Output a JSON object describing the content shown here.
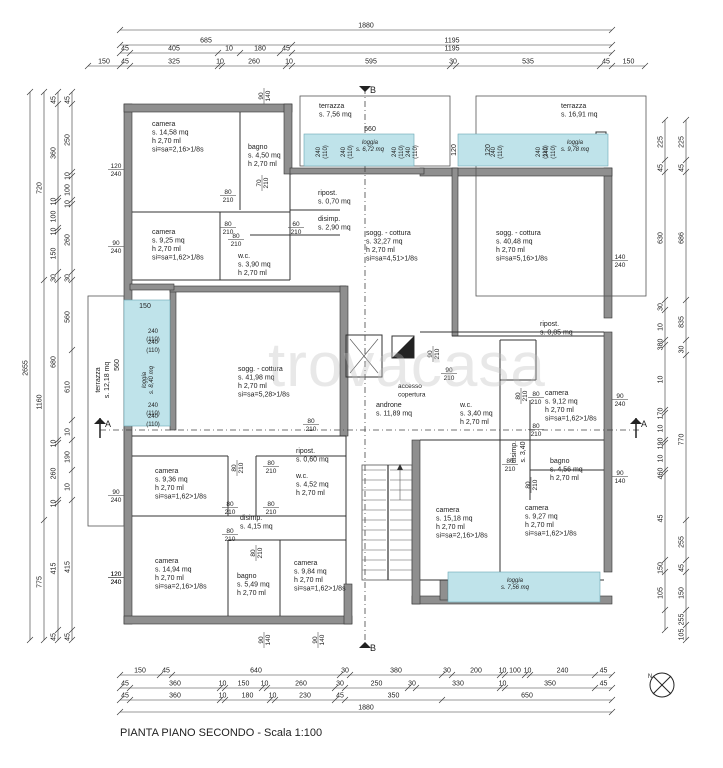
{
  "title": "PIANTA PIANO SECONDO - Scala 1:100",
  "watermark": "trovacasa",
  "section_markers": [
    "A",
    "A",
    "B",
    "B"
  ],
  "top_dims": [
    {
      "id": "t1",
      "label": "1880"
    },
    {
      "id": "t2a",
      "label": "685"
    },
    {
      "id": "t2b",
      "label": "1195"
    },
    {
      "id": "t3a",
      "label": "45"
    },
    {
      "id": "t3b",
      "label": "405"
    },
    {
      "id": "t3c",
      "label": "10"
    },
    {
      "id": "t3d",
      "label": "180"
    },
    {
      "id": "t3e",
      "label": "45"
    },
    {
      "id": "t3f",
      "label": "1195"
    },
    {
      "id": "t4a",
      "label": "150"
    },
    {
      "id": "t4b",
      "label": "45"
    },
    {
      "id": "t4c",
      "label": "325"
    },
    {
      "id": "t4d",
      "label": "10"
    },
    {
      "id": "t4e",
      "label": "260"
    },
    {
      "id": "t4f",
      "label": "10"
    },
    {
      "id": "t4g",
      "label": "595"
    },
    {
      "id": "t4h",
      "label": "30"
    },
    {
      "id": "t4i",
      "label": "535"
    },
    {
      "id": "t4j",
      "label": "45"
    },
    {
      "id": "t4k",
      "label": "150"
    }
  ],
  "bottom_dims": [
    {
      "id": "b1a",
      "label": "150"
    },
    {
      "id": "b1b",
      "label": "45"
    },
    {
      "id": "b1c",
      "label": "640"
    },
    {
      "id": "b1d",
      "label": "30"
    },
    {
      "id": "b1e",
      "label": "380"
    },
    {
      "id": "b1f",
      "label": "30"
    },
    {
      "id": "b1g",
      "label": "200"
    },
    {
      "id": "b1h",
      "label": "10"
    },
    {
      "id": "b1i",
      "label": "100"
    },
    {
      "id": "b1j",
      "label": "10"
    },
    {
      "id": "b1k",
      "label": "240"
    },
    {
      "id": "b1l",
      "label": "45"
    },
    {
      "id": "b2a",
      "label": "45"
    },
    {
      "id": "b2b",
      "label": "360"
    },
    {
      "id": "b2c",
      "label": "10"
    },
    {
      "id": "b2d",
      "label": "150"
    },
    {
      "id": "b2e",
      "label": "10"
    },
    {
      "id": "b2f",
      "label": "260"
    },
    {
      "id": "b2g",
      "label": "30"
    },
    {
      "id": "b2h",
      "label": "250"
    },
    {
      "id": "b2i",
      "label": "30"
    },
    {
      "id": "b2j",
      "label": "330"
    },
    {
      "id": "b2k",
      "label": "10"
    },
    {
      "id": "b2l",
      "label": "350"
    },
    {
      "id": "b2m",
      "label": "45"
    },
    {
      "id": "b3a",
      "label": "45"
    },
    {
      "id": "b3b",
      "label": "360"
    },
    {
      "id": "b3c",
      "label": "10"
    },
    {
      "id": "b3d",
      "label": "180"
    },
    {
      "id": "b3e",
      "label": "10"
    },
    {
      "id": "b3f",
      "label": "230"
    },
    {
      "id": "b3g",
      "label": "45"
    },
    {
      "id": "b3h",
      "label": "350"
    },
    {
      "id": "b3i",
      "label": "650"
    },
    {
      "id": "b4",
      "label": "1880"
    }
  ],
  "left_dims": [
    {
      "id": "l1",
      "label": "2655"
    },
    {
      "id": "l2a",
      "label": "720"
    },
    {
      "id": "l2b",
      "label": "1160"
    },
    {
      "id": "l2c",
      "label": "775"
    },
    {
      "id": "l3a",
      "label": "45"
    },
    {
      "id": "l3b",
      "label": "360"
    },
    {
      "id": "l3c",
      "label": "10"
    },
    {
      "id": "l3d",
      "label": "100"
    },
    {
      "id": "l3e",
      "label": "10"
    },
    {
      "id": "l3f",
      "label": "150"
    },
    {
      "id": "l3g",
      "label": "30"
    },
    {
      "id": "l3h",
      "label": "680"
    },
    {
      "id": "l3i",
      "label": "10"
    },
    {
      "id": "l3j",
      "label": "260"
    },
    {
      "id": "l3k",
      "label": "10"
    },
    {
      "id": "l3l",
      "label": "415"
    },
    {
      "id": "l3m",
      "label": "45"
    },
    {
      "id": "l4a",
      "label": "45"
    },
    {
      "id": "l4b",
      "label": "250"
    },
    {
      "id": "l4c",
      "label": "10"
    },
    {
      "id": "l4d",
      "label": "100"
    },
    {
      "id": "l4e",
      "label": "10"
    },
    {
      "id": "l4f",
      "label": "260"
    },
    {
      "id": "l4g",
      "label": "30"
    },
    {
      "id": "l4h",
      "label": "560"
    },
    {
      "id": "l4i",
      "label": "610"
    },
    {
      "id": "l4j",
      "label": "10"
    },
    {
      "id": "l4k",
      "label": "190"
    },
    {
      "id": "l4l",
      "label": "10"
    },
    {
      "id": "l4m",
      "label": "415"
    },
    {
      "id": "l4n",
      "label": "45"
    }
  ],
  "right_dims": [
    {
      "id": "r1a",
      "label": "225"
    },
    {
      "id": "r1b",
      "label": "45"
    },
    {
      "id": "r1c",
      "label": "630"
    },
    {
      "id": "r1d",
      "label": "30"
    },
    {
      "id": "r1e",
      "label": "10"
    },
    {
      "id": "r1f",
      "label": "380"
    },
    {
      "id": "r1g",
      "label": "10"
    },
    {
      "id": "r1h",
      "label": "170"
    },
    {
      "id": "r1i",
      "label": "10"
    },
    {
      "id": "r1j",
      "label": "190"
    },
    {
      "id": "r1k",
      "label": "10"
    },
    {
      "id": "r1l",
      "label": "460"
    },
    {
      "id": "r1m",
      "label": "45"
    },
    {
      "id": "r1n",
      "label": "150"
    },
    {
      "id": "r1o",
      "label": "105"
    },
    {
      "id": "r2a",
      "label": "225"
    },
    {
      "id": "r2b",
      "label": "45"
    },
    {
      "id": "r2c",
      "label": "686"
    },
    {
      "id": "r2d",
      "label": "835"
    },
    {
      "id": "r2e",
      "label": "30"
    },
    {
      "id": "r2f",
      "label": "770"
    },
    {
      "id": "r2g",
      "label": "255"
    },
    {
      "id": "r2h",
      "label": "45"
    },
    {
      "id": "r2i",
      "label": "150"
    },
    {
      "id": "r2j",
      "label": "255"
    },
    {
      "id": "r2k",
      "label": "105"
    }
  ],
  "rooms": [
    {
      "id": "r1",
      "lines": [
        "camera",
        "s. 14,58 mq",
        "h 2,70 ml",
        "si=sa=2,16>1/8s"
      ]
    },
    {
      "id": "r2",
      "lines": [
        "bagno",
        "s. 4,50 mq",
        "h 2,70 ml"
      ]
    },
    {
      "id": "r3",
      "lines": [
        "ripost.",
        "s. 0,70 mq"
      ]
    },
    {
      "id": "r4",
      "lines": [
        "disimp.",
        "s. 2,90 mq"
      ]
    },
    {
      "id": "r5",
      "lines": [
        "camera",
        "s. 9,25 mq",
        "h 2,70 ml",
        "si=sa=1,62>1/8s"
      ]
    },
    {
      "id": "r6",
      "lines": [
        "w.c.",
        "s. 3,90 mq",
        "h 2,70 ml"
      ]
    },
    {
      "id": "r7",
      "lines": [
        "terrazza",
        "s. 7,56 mq"
      ]
    },
    {
      "id": "r8",
      "lines": [
        "terrazza",
        "s. 16,91 mq"
      ]
    },
    {
      "id": "r9",
      "lines": [
        "sogg. - cottura",
        "s. 32,27 mq",
        "h 2,70 ml",
        "si=sa=4,51>1/8s"
      ]
    },
    {
      "id": "r10",
      "lines": [
        "sogg. - cottura",
        "s. 40,48 mq",
        "h 2,70 ml",
        "si=sa=5,16>1/8s"
      ]
    },
    {
      "id": "r11",
      "lines": [
        "sogg. - cottura",
        "s. 41,98 mq",
        "h 2,70 ml",
        "si=sa=5,28>1/8s"
      ]
    },
    {
      "id": "r12",
      "lines": [
        "androne",
        "s. 11,89 mq"
      ]
    },
    {
      "id": "r13",
      "lines": [
        "ripost.",
        "s. 0,85 mq"
      ]
    },
    {
      "id": "r14",
      "lines": [
        "camera",
        "s. 9,12 mq",
        "h 2,70 ml",
        "si=sa=1,62>1/8s"
      ]
    },
    {
      "id": "r15",
      "lines": [
        "w.c.",
        "s. 3,40 mq",
        "h 2,70 ml"
      ]
    },
    {
      "id": "r16",
      "lines": [
        "disimp.",
        "s. 3,40"
      ]
    },
    {
      "id": "r17",
      "lines": [
        "bagno",
        "s. 4,56 mq",
        "h 2,70 ml"
      ]
    },
    {
      "id": "r18",
      "lines": [
        "camera",
        "s. 15,18 mq",
        "h 2,70 ml",
        "si=sa=2,16>1/8s"
      ]
    },
    {
      "id": "r19",
      "lines": [
        "camera",
        "s. 9,27 mq",
        "h 2,70 ml",
        "si=sa=1,62>1/8s"
      ]
    },
    {
      "id": "r20",
      "lines": [
        "ripost.",
        "s. 0,60 mq"
      ]
    },
    {
      "id": "r21",
      "lines": [
        "camera",
        "s. 9,36 mq",
        "h 2,70 ml",
        "si=sa=1,62>1/8s"
      ]
    },
    {
      "id": "r22",
      "lines": [
        "w.c.",
        "s. 4,52 mq",
        "h 2,70 ml"
      ]
    },
    {
      "id": "r23",
      "lines": [
        "disimp.",
        "s. 4,15 mq"
      ]
    },
    {
      "id": "r24",
      "lines": [
        "camera",
        "s. 14,94 mq",
        "h 2,70 ml",
        "si=sa=2,16>1/8s"
      ]
    },
    {
      "id": "r25",
      "lines": [
        "bagno",
        "s. 5,49 mq",
        "h 2,70 ml"
      ]
    },
    {
      "id": "r26",
      "lines": [
        "camera",
        "s. 9,84 mq",
        "h 2,70 ml",
        "si=sa=1,62>1/8s"
      ]
    },
    {
      "id": "r27",
      "lines": [
        "terrazza",
        "s. 12,18 mq"
      ]
    },
    {
      "id": "r28",
      "lines": [
        "accesso",
        "copertura"
      ]
    }
  ],
  "loggias": [
    {
      "id": "lg1",
      "label": "loggia",
      "area": "s. 6,72 mq"
    },
    {
      "id": "lg2",
      "label": "loggia",
      "area": "s. 9,78 mq"
    },
    {
      "id": "lg3",
      "label": "loggia",
      "area": "s. 8,40 mq"
    },
    {
      "id": "lg4",
      "label": "loggia",
      "area": "s. 7,56 mq"
    }
  ],
  "openings": [
    {
      "id": "o1",
      "a": "120",
      "b": "240"
    },
    {
      "id": "o2",
      "a": "90",
      "b": "240"
    },
    {
      "id": "o3",
      "a": "120",
      "b": "240"
    },
    {
      "id": "o4",
      "a": "90",
      "b": "240"
    },
    {
      "id": "o5",
      "a": "120",
      "b": "240"
    },
    {
      "id": "o6",
      "a": "90",
      "b": "140"
    },
    {
      "id": "o7",
      "a": "140",
      "b": "240"
    },
    {
      "id": "o8",
      "a": "90",
      "b": "240"
    },
    {
      "id": "o9",
      "a": "90",
      "b": "140"
    },
    {
      "id": "o10",
      "a": "90",
      "b": "140"
    },
    {
      "id": "o11",
      "a": "90",
      "b": "140"
    },
    {
      "id": "d1",
      "a": "80",
      "b": "210"
    },
    {
      "id": "d2",
      "a": "80",
      "b": "210"
    },
    {
      "id": "d3",
      "a": "80",
      "b": "210"
    },
    {
      "id": "d4",
      "a": "70",
      "b": "210"
    },
    {
      "id": "d5",
      "a": "60",
      "b": "210"
    },
    {
      "id": "d6",
      "a": "80",
      "b": "210"
    },
    {
      "id": "d7",
      "a": "90",
      "b": "210"
    },
    {
      "id": "d8",
      "a": "90",
      "b": "210"
    },
    {
      "id": "d9",
      "a": "80",
      "b": "210"
    },
    {
      "id": "d10",
      "a": "80",
      "b": "210"
    },
    {
      "id": "d11",
      "a": "80",
      "b": "210"
    },
    {
      "id": "d12",
      "a": "80",
      "b": "210"
    },
    {
      "id": "d13",
      "a": "80",
      "b": "210"
    },
    {
      "id": "d14",
      "a": "80",
      "b": "210"
    },
    {
      "id": "d15",
      "a": "80",
      "b": "210"
    },
    {
      "id": "d16",
      "a": "80",
      "b": "210"
    },
    {
      "id": "d17",
      "a": "80",
      "b": "210"
    },
    {
      "id": "d18",
      "a": "80",
      "b": "210"
    },
    {
      "id": "d19",
      "a": "80",
      "b": "210"
    }
  ],
  "loggia_openings": [
    {
      "id": "w1",
      "a": "240",
      "b": "(110)"
    },
    {
      "id": "w2",
      "a": "240",
      "b": "(110)"
    },
    {
      "id": "w3",
      "a": "240",
      "b": "(110)"
    },
    {
      "id": "w4",
      "a": "240",
      "b": "(110)"
    },
    {
      "id": "w5",
      "a": "240",
      "b": "(110)"
    },
    {
      "id": "w6",
      "a": "240",
      "b": "(110)"
    },
    {
      "id": "w7",
      "a": "240",
      "b": "(110)"
    },
    {
      "id": "w8",
      "a": "240",
      "b": "(110)"
    },
    {
      "id": "w9",
      "a": "240",
      "b": "(110)"
    },
    {
      "id": "w10",
      "a": "240",
      "b": "(110)"
    },
    {
      "id": "w11",
      "a": "240",
      "b": "(110)"
    }
  ],
  "misc_labels": [
    {
      "id": "m1",
      "label": "560"
    },
    {
      "id": "m2",
      "label": "560"
    },
    {
      "id": "m3",
      "label": "150"
    },
    {
      "id": "m4",
      "label": "120"
    },
    {
      "id": "m5",
      "label": "120"
    },
    {
      "id": "m6",
      "label": "120"
    },
    {
      "id": "m7",
      "label": "120"
    },
    {
      "id": "m8",
      "label": "90"
    },
    {
      "id": "m9",
      "label": "140"
    }
  ],
  "compass_label": "N"
}
